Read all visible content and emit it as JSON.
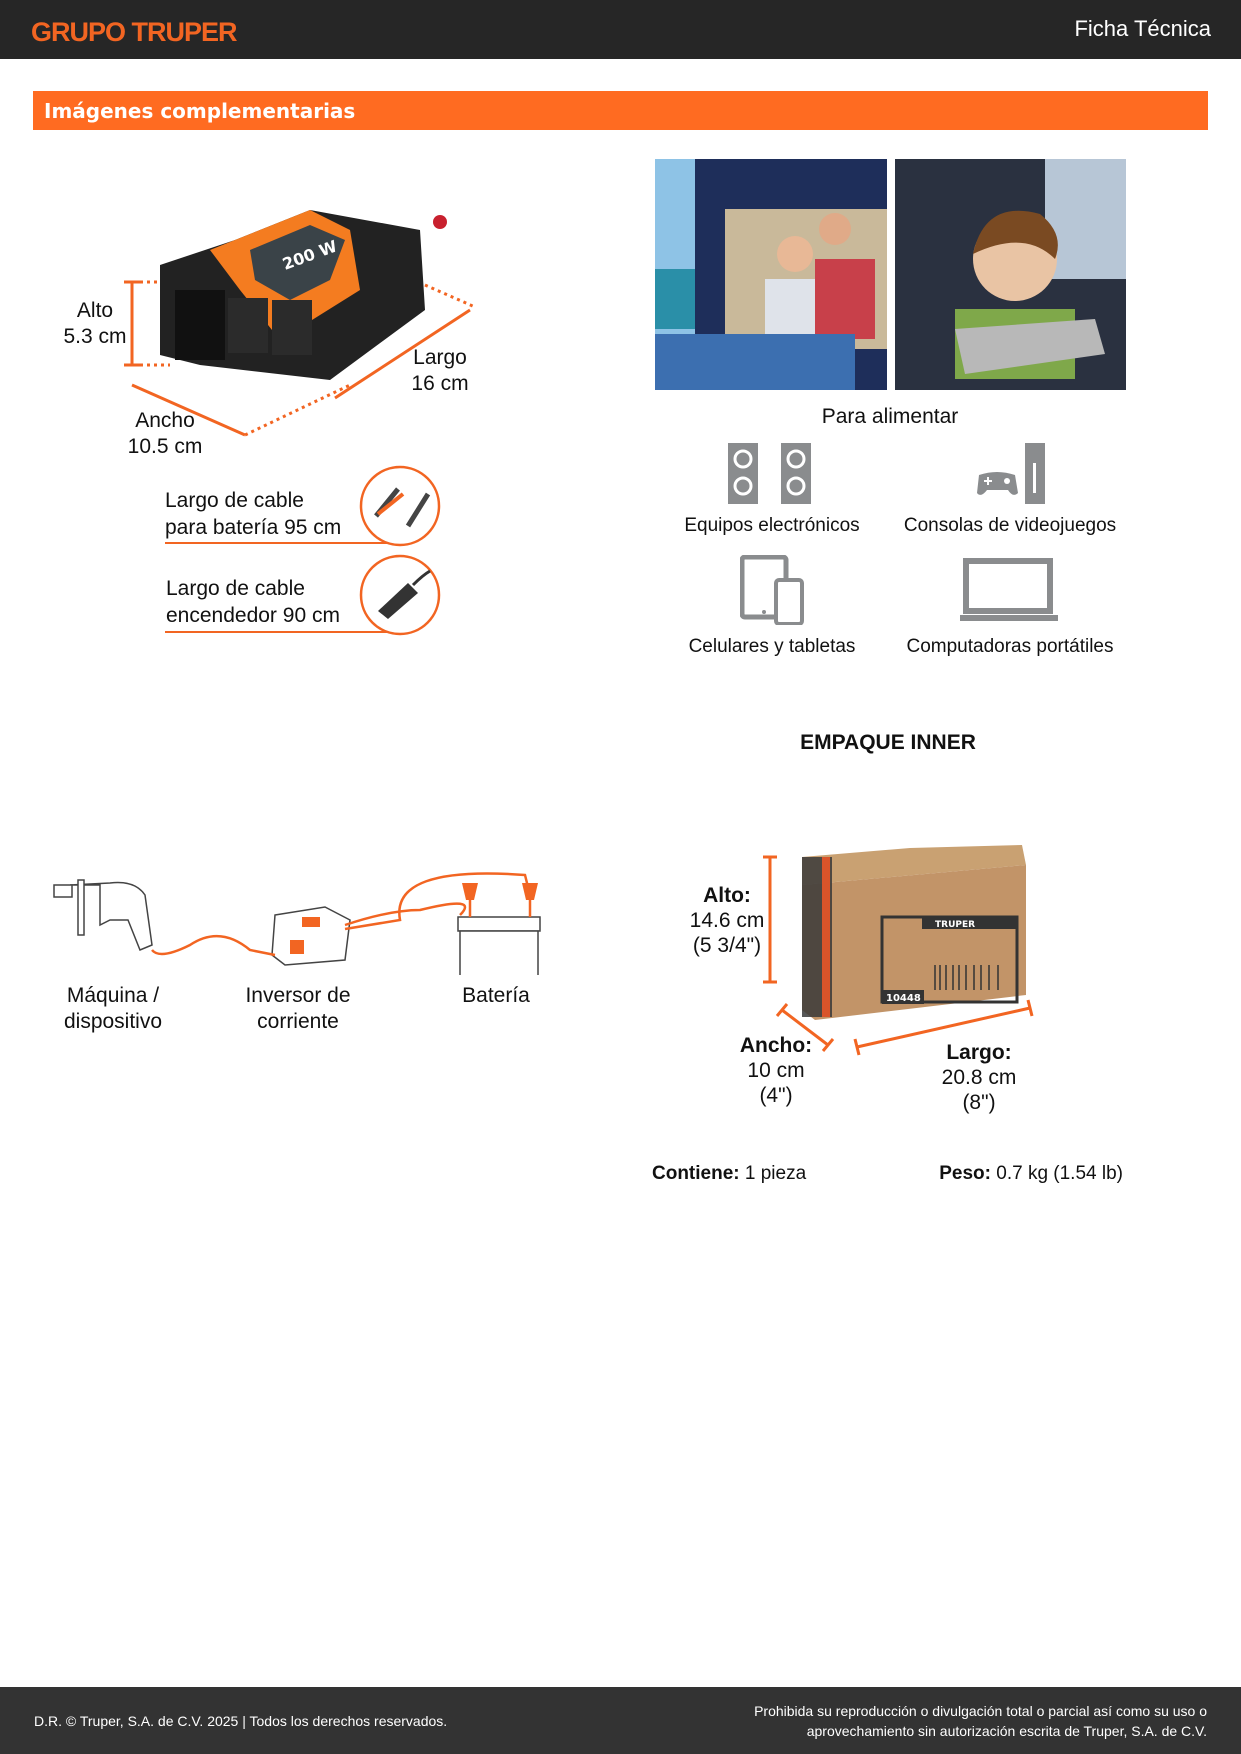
{
  "header": {
    "logo": "GRUPO TRUPER",
    "title": "Ficha Técnica"
  },
  "section": {
    "title": "Imágenes complementarias"
  },
  "product": {
    "alto": {
      "label": "Alto",
      "value": "5.3 cm"
    },
    "largo": {
      "label": "Largo",
      "value": "16 cm"
    },
    "ancho": {
      "label": "Ancho",
      "value": "10.5 cm"
    },
    "screen_text": "200 W",
    "cables": [
      {
        "line1": "Largo de cable",
        "line2": "para batería 95 cm",
        "icon": "battery-clamps-icon"
      },
      {
        "line1": "Largo de cable",
        "line2": "encendedor 90 cm",
        "icon": "car-lighter-plug-icon"
      }
    ]
  },
  "uses": {
    "title": "Para alimentar",
    "items": [
      {
        "label": "Equipos electrónicos",
        "icon": "speakers-icon"
      },
      {
        "label": "Consolas de videojuegos",
        "icon": "game-console-icon"
      },
      {
        "label": "Celulares y tabletas",
        "icon": "tablet-phone-icon"
      },
      {
        "label": "Computadoras portátiles",
        "icon": "laptop-icon"
      }
    ]
  },
  "diagram": {
    "device": {
      "line1": "Máquina /",
      "line2": "dispositivo"
    },
    "inverter": {
      "line1": "Inversor de",
      "line2": "corriente"
    },
    "battery": {
      "label": "Batería"
    }
  },
  "package": {
    "title": "EMPAQUE INNER",
    "alto": {
      "label": "Alto:",
      "cm": "14.6 cm",
      "in": "(5 3/4\")"
    },
    "ancho": {
      "label": "Ancho:",
      "cm": "10 cm",
      "in": "(4\")"
    },
    "largo": {
      "label": "Largo:",
      "cm": "20.8 cm",
      "in": "(8\")"
    },
    "box_code": "10448",
    "box_brand": "TRUPER",
    "contents_label": "Contiene:",
    "contents_value": "1 pieza",
    "weight_label": "Peso:",
    "weight_value": "0.7 kg (1.54 lb)"
  },
  "footer": {
    "left": "D.R. © Truper, S.A. de C.V. 2025 | Todos los derechos reservados.",
    "right_line1": "Prohibida su reproducción o divulgación total o parcial así como su uso o",
    "right_line2": "aprovechamiento sin autorización escrita de Truper, S.A. de C.V."
  },
  "colors": {
    "brand_orange": "#f26522",
    "bar_orange": "#ff6b21",
    "header_dark": "#262626",
    "icon_gray": "#8a8c8e"
  }
}
